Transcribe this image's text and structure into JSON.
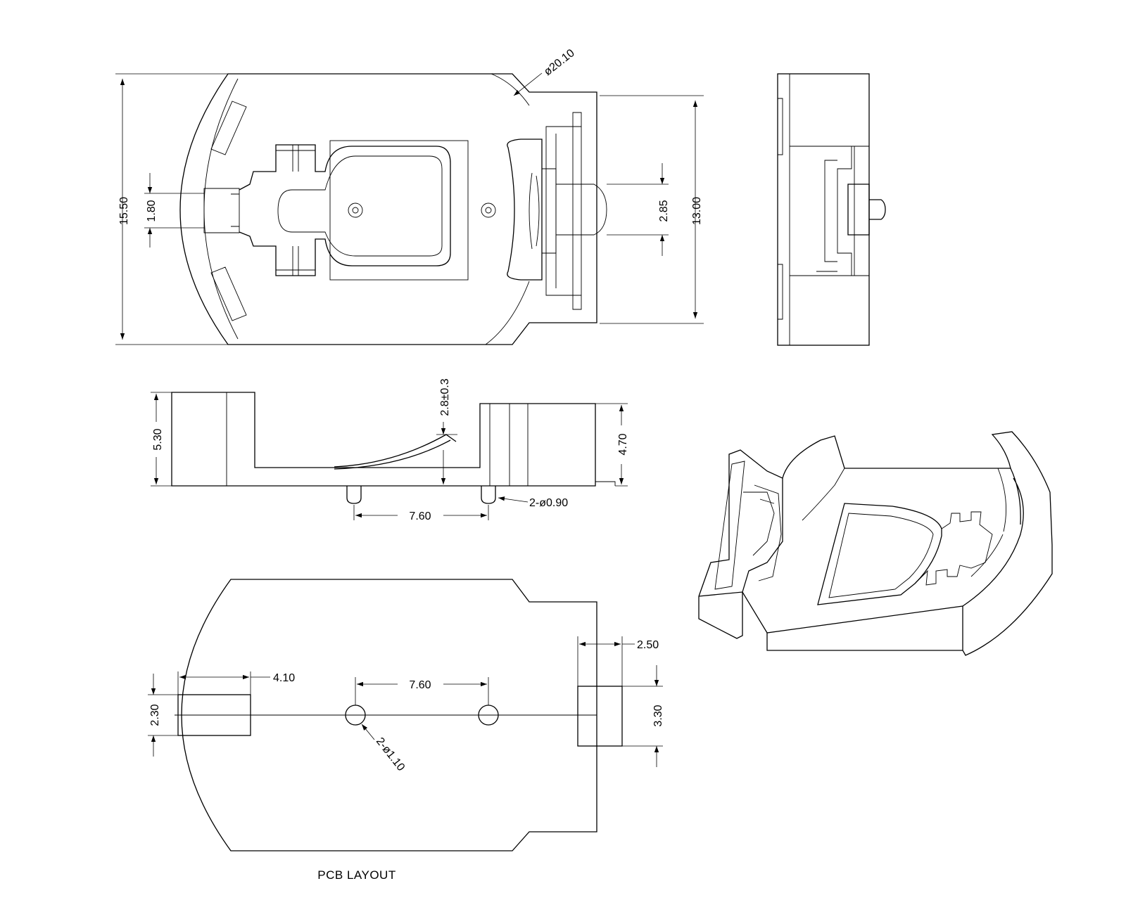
{
  "dimensions": {
    "top_height": "15.50",
    "top_slot": "1.80",
    "top_diameter": "ø20.10",
    "top_pin": "2.85",
    "top_body": "13.00",
    "side_height": "5.30",
    "side_contact": "2.8±0.3",
    "side_right_height": "4.70",
    "side_pitch": "7.60",
    "side_pin_dia": "2-ø0.90",
    "pcb_pad_offset": "4.10",
    "pcb_pitch": "7.60",
    "pcb_right_pad_width": "2.50",
    "pcb_left_pad_height": "2.30",
    "pcb_right_pad_height": "3.30",
    "pcb_hole_dia": "2-ø1.10"
  },
  "caption": "PCB LAYOUT"
}
